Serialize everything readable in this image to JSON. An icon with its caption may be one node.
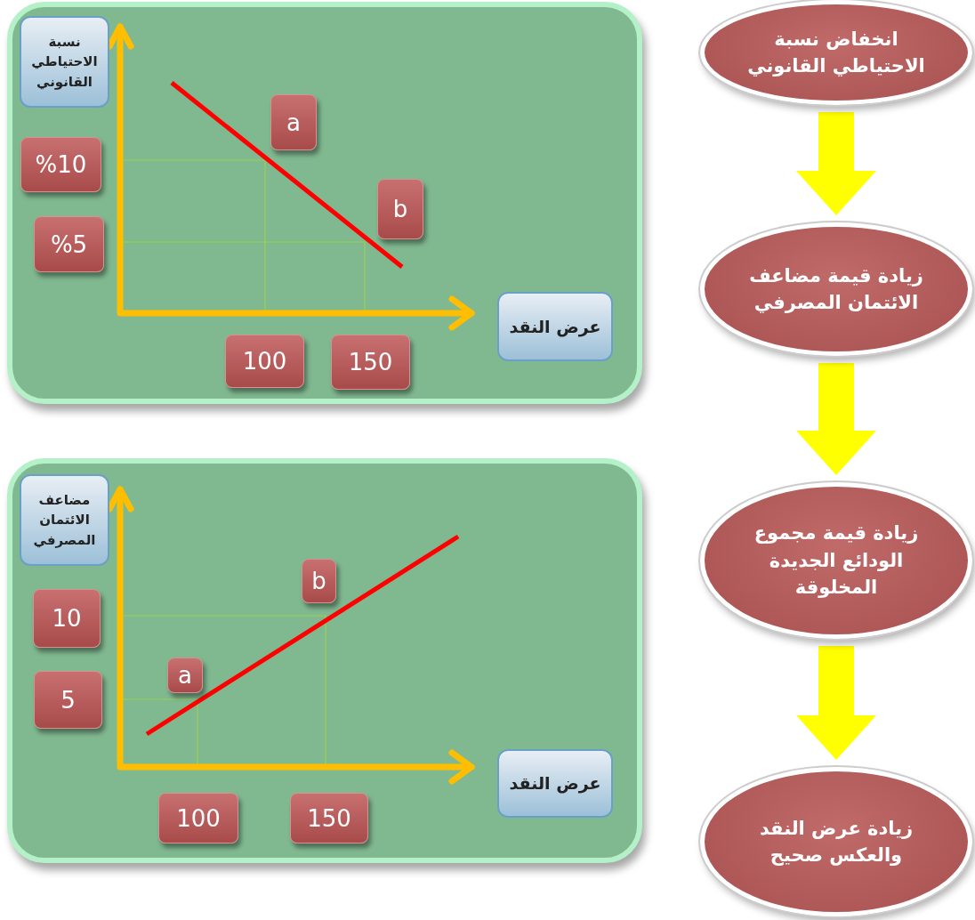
{
  "diagram": {
    "nodes": [
      {
        "text": [],
        "shape": "box"
      },
      {
        "text": [
          "نسبة الاحتياطي القانوني"
        ],
        "in": 0
      },
      {
        "text": [
          "%10"
        ],
        "in": 0
      },
      {
        "text": [
          "%5"
        ],
        "in": 0
      },
      {
        "text": [
          "a"
        ],
        "in": 0
      },
      {
        "text": [
          "b"
        ],
        "in": 0
      },
      {
        "text": [
          "عرض النقد"
        ],
        "in": 0
      },
      {
        "text": [
          "100"
        ],
        "in": 0
      },
      {
        "text": [
          "150"
        ],
        "in": 0
      },
      {
        "text": [],
        "shape": "box"
      },
      {
        "text": [
          "مضاعف الائتمان المصرفي"
        ],
        "in": 9
      },
      {
        "text": [
          "10"
        ],
        "in": 9
      },
      {
        "text": [
          "5"
        ],
        "in": 9
      },
      {
        "text": [
          "a"
        ],
        "in": 9
      },
      {
        "text": [
          "b"
        ],
        "in": 9
      },
      {
        "text": [
          "عرض النقد"
        ],
        "in": 9
      },
      {
        "text": [
          "100"
        ],
        "in": 9
      },
      {
        "text": [
          "150"
        ],
        "in": 9
      },
      {
        "text": [
          "انخفاض نسبة الاحتياطي القانوني"
        ]
      },
      {
        "text": [
          "زيادة قيمة مضاعف الائتمان المصرفي"
        ]
      },
      {
        "text": [
          "زيادة قيمة مجموع الودائع الجديدة المخلوقة"
        ]
      },
      {
        "text": [
          "زيادة عرض النقد والعكس صحيح"
        ]
      }
    ],
    "edges": [
      {
        "from": 18,
        "to": 19,
        "arrow": "to"
      },
      {
        "from": 19,
        "to": 20,
        "arrow": "to"
      },
      {
        "from": 20,
        "to": 21,
        "arrow": "to"
      }
    ]
  }
}
